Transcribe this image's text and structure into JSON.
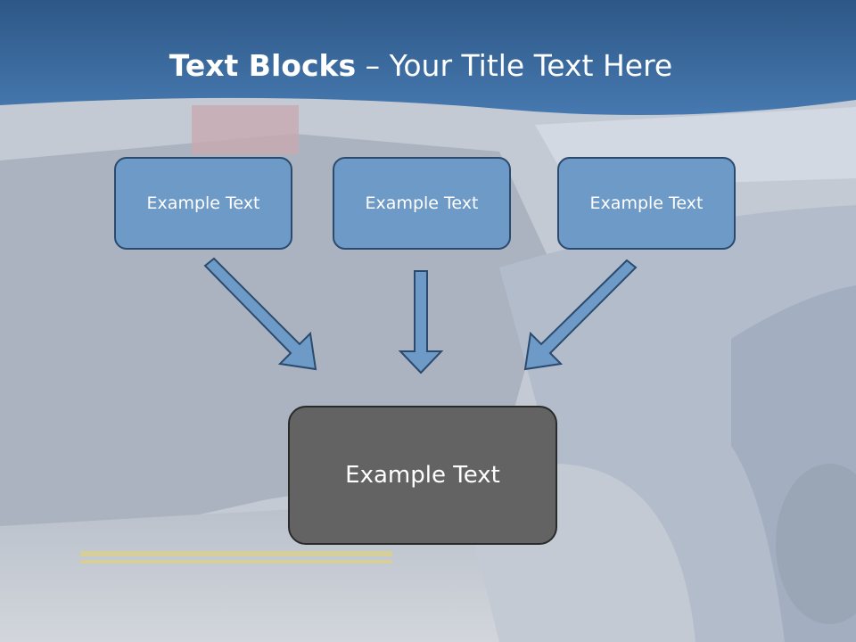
{
  "slide": {
    "title_bold": "Text Blocks",
    "title_dash": " – ",
    "title_rest": "Your Title Text Here"
  },
  "diagram": {
    "top_boxes": [
      {
        "label": "Example Text"
      },
      {
        "label": "Example Text"
      },
      {
        "label": "Example Text"
      }
    ],
    "bottom_box": {
      "label": "Example Text"
    }
  },
  "colors": {
    "header_blue": "#3b6a9c",
    "box_blue": "#6d9ac7",
    "box_blue_border": "#2c4a6e",
    "bottom_box_fill": "#636363",
    "arrow_fill": "#6d9ac7"
  }
}
